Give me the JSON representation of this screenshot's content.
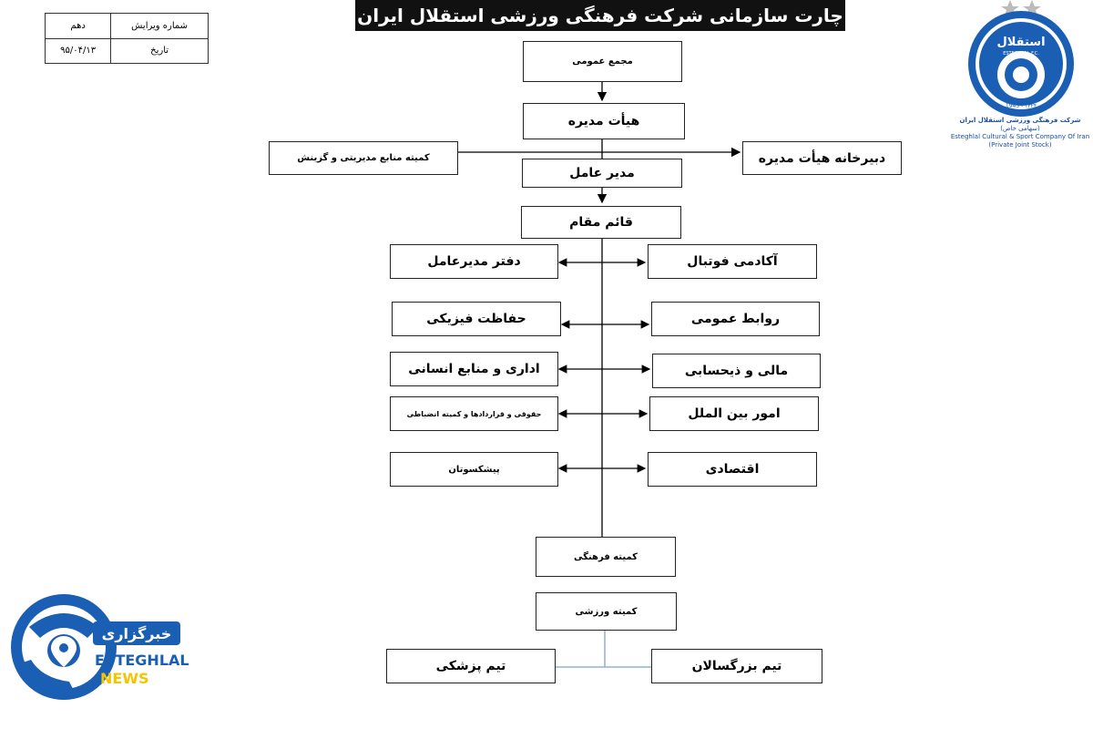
{
  "title": "چارت سازمانی شرکت فرهنگی ورزشی استقلال ایران",
  "revision_table": {
    "rows": [
      {
        "label": "شماره ویرایش",
        "value": "دهم"
      },
      {
        "label": "تاریخ",
        "value": "۹۵/۰۴/۱۳"
      }
    ]
  },
  "org": {
    "general_assembly": "مجمع عمومی",
    "board": "هیأت مدیره",
    "hr_committee": "کمیته منابع مدیریتی و گزینش",
    "board_secretariat": "دبیرخانه هیأت مدیره",
    "ceo": "مدیر عامل",
    "deputy": "قائم مقام",
    "left_units": [
      "دفتر مدیرعامل",
      "حفاظت فیزیکی",
      "اداری و منابع انسانی",
      "حقوقی و قراردادها و کمیته انضباطی",
      "پیشکسوتان"
    ],
    "right_units": [
      "آکادمی فوتبال",
      "روابط عمومی",
      "مالی و ذیحسابی",
      "امور بین الملل",
      "اقتصادی"
    ],
    "cultural_committee": "کمیته فرهنگی",
    "sports_committee": "کمیته ورزشی",
    "medical_team": "تیم پزشکی",
    "senior_team": "تیم بزرگسالان"
  },
  "logo_right": {
    "name_fa": "استقلال",
    "name_en": "ESTEGHLAL F.C.",
    "years": "1945 - ۱۳۲۴",
    "caption_fa": "شرکت فرهنگی ورزشی استقلال ایران",
    "caption_fa2": "(سهامی خاص)",
    "caption_en": "Esteghlal Cultural & Sport Company Of Iran",
    "caption_en2": "(Private Joint Stock)"
  },
  "logo_left": {
    "fa": "خبرگزاری",
    "en1": "ESTEGHLAL",
    "en2": "NEWS"
  },
  "colors": {
    "brand_blue": "#1a5fb4",
    "news_yellow": "#f5c400",
    "connector_blue": "#8fb0d8"
  }
}
